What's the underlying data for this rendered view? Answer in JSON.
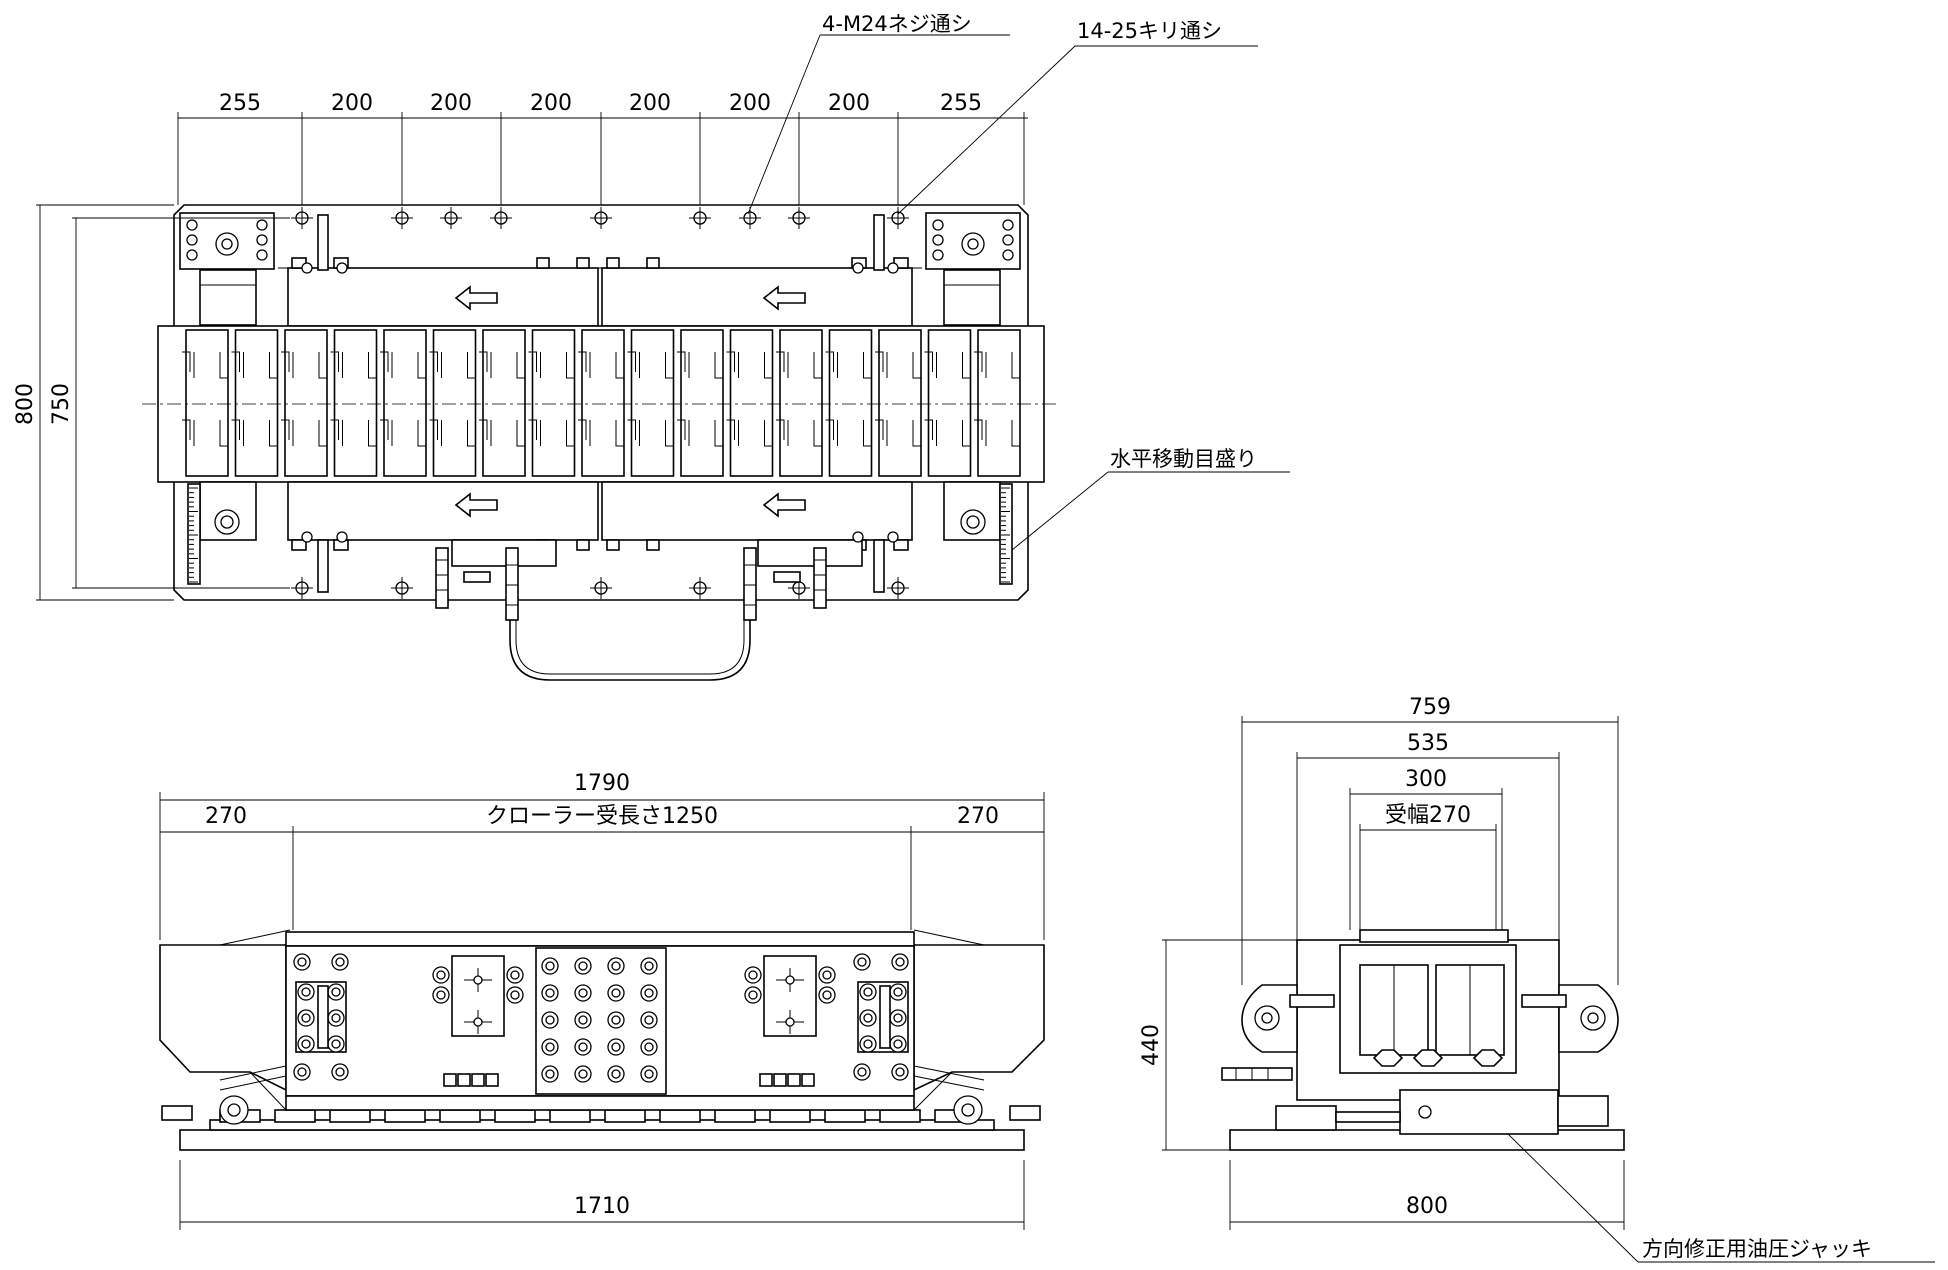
{
  "top_view": {
    "dims_horizontal": [
      "255",
      "200",
      "200",
      "200",
      "200",
      "200",
      "200",
      "255"
    ],
    "dim_outer_height": "800",
    "dim_inner_height": "750",
    "note_thread_holes": "4-M24ネジ通シ",
    "note_drill_holes": "14-25キリ通シ",
    "note_scale": "水平移動目盛り"
  },
  "side_view": {
    "dim_overall": "1790",
    "dim_left": "270",
    "dim_crawler": "クローラー受長さ1250",
    "dim_right": "270",
    "dim_base": "1710"
  },
  "end_view": {
    "dim_overall": "759",
    "dim_535": "535",
    "dim_300": "300",
    "dim_receive_width": "受幅270",
    "dim_height": "440",
    "dim_base": "800",
    "note_jack": "方向修正用油圧ジャッキ"
  }
}
